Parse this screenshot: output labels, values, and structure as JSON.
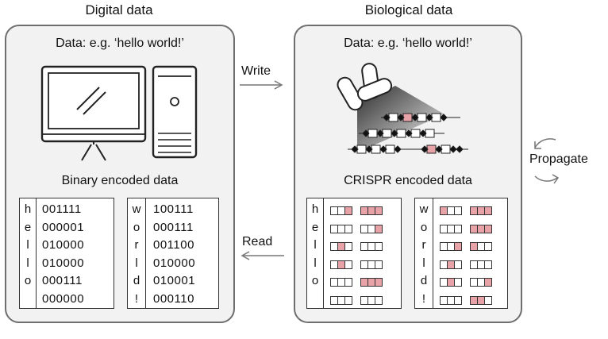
{
  "digital": {
    "title": "Digital data",
    "data_label": "Data: e.g. ‘hello world!’",
    "encoded_label": "Binary encoded data",
    "left_letters": [
      "h",
      "e",
      "l",
      "l",
      "o",
      ""
    ],
    "left_codes": [
      "001111",
      "000001",
      "010000",
      "010000",
      "000111",
      "000000"
    ],
    "right_letters": [
      "w",
      "o",
      "r",
      "l",
      "d",
      "!"
    ],
    "right_codes": [
      "100111",
      "000111",
      "001100",
      "010000",
      "010001",
      "000110"
    ],
    "icon": "computer-icon"
  },
  "biological": {
    "title": "Biological data",
    "data_label": "Data: e.g. ‘hello world!’",
    "encoded_label": "CRISPR encoded data",
    "left_letters": [
      "h",
      "e",
      "l",
      "l",
      "o",
      ""
    ],
    "right_letters": [
      "w",
      "o",
      "r",
      "l",
      "d",
      "!"
    ],
    "icon": "bacteria-icon",
    "highlight_color": "#e7a3a8"
  },
  "arrows": {
    "write": "Write",
    "read": "Read",
    "propagate": "Propagate"
  }
}
